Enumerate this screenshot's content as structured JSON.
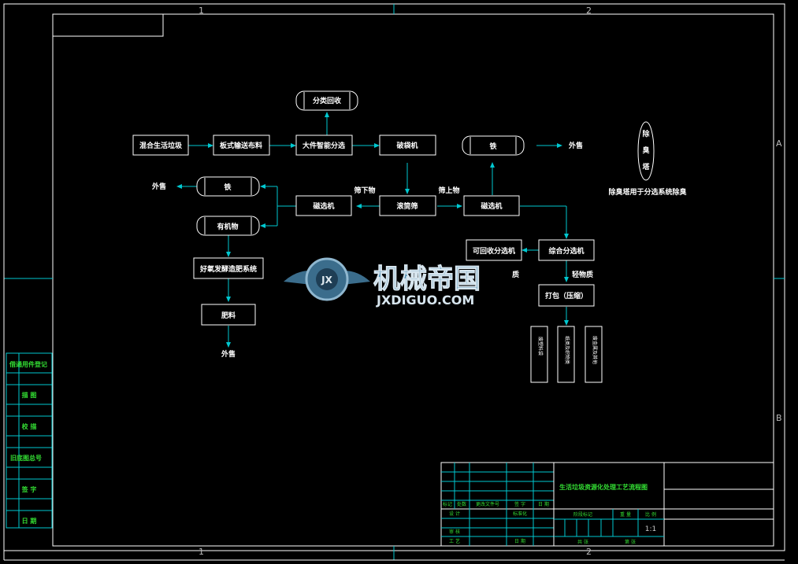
{
  "frame": {
    "grid_top": [
      "1",
      "2"
    ],
    "grid_bottom": [
      "1",
      "2"
    ],
    "grid_right": [
      "A",
      "B"
    ]
  },
  "nodes": {
    "mixed_waste": "混合生活垃圾",
    "plate_conveyor": "板式输送布料",
    "large_sorting": "大件智能分选",
    "classified_recycle": "分类回收",
    "bag_breaker": "破袋机",
    "iron_top": "铁",
    "sell_top": "外售",
    "sell_left": "外售",
    "iron_left": "铁",
    "magnet_left": "磁选机",
    "drum_screen": "滚筒筛",
    "magnet_right": "磁选机",
    "organic": "有机物",
    "aerobic": "好氧发酵造肥系统",
    "fertilizer": "肥料",
    "sell_bottom": "外售",
    "recyclable_sorter": "可回收分选机",
    "combined_sorter": "综合分选机",
    "light_material": "轻物质",
    "baling": "打包（压缩）",
    "bin1": "废塑料袋",
    "bin2": "纸类及织物类",
    "bin3": "废金属及其他",
    "deodor_tower": "除臭塔",
    "deodor_note": "除臭塔用于分选系统除臭"
  },
  "labels": {
    "undersize": "筛下物",
    "oversize": "筛上物",
    "partial": "质"
  },
  "watermark": {
    "title": "机械帝国",
    "url": "JXDIGUO.COM",
    "logo": "JX"
  },
  "side_block": [
    "借通用件登记",
    "描 图",
    "校 描",
    "旧底图总号",
    "签 字",
    "日 期"
  ],
  "title_block": {
    "drawing_title": "生活垃圾资源化处理工艺流程图",
    "row_headers": [
      "标记",
      "处数",
      "更改文件号",
      "签 字",
      "日 期"
    ],
    "design": "设 计",
    "standardization": "标准化",
    "review": "审 核",
    "process": "工 艺",
    "date": "日 期",
    "stage_mark": "阶段标记",
    "weight": "重 量",
    "scale_label": "比 例",
    "scale": "1:1",
    "total": "共 张",
    "sheet": "第 张"
  },
  "colors": {
    "lines": "#00c8d0",
    "boxes": "#ffffff",
    "text_green": "#33dd33",
    "background": "#000000"
  }
}
